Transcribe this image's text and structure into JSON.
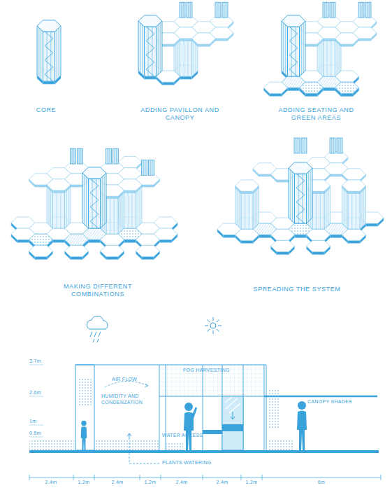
{
  "diagram": {
    "labels": [
      "CORE",
      "ADDING PAVILLON AND CANOPY",
      "ADDING SEATING AND GREEN AREAS",
      "MAKING DIFFERENT COMBINATIONS",
      "SPREADING THE SYSTEM",
      "3.7m",
      "FOG HARVESTING",
      "AIR FLOW",
      "2.6m",
      "HUMIDITY AND CONDENZATION",
      "CANOPY SHADES",
      "1m",
      "WATER ACCESS",
      "0.5m",
      "PLANTS WATERING",
      "2.4m",
      "1.2m",
      "2.4m",
      "1.2m",
      "2.4m",
      "2.4m",
      "1.2m",
      "6m"
    ]
  }
}
